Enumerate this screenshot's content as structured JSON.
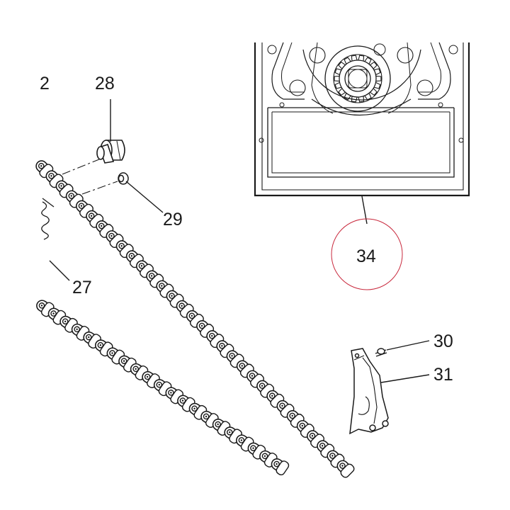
{
  "labels": {
    "l2": "2",
    "l27": "27",
    "l28": "28",
    "l29": "29",
    "l30": "30",
    "l31": "31",
    "l34": "34"
  },
  "colors": {
    "line": "#1a1a1a",
    "highlight_circle": "#c8283c",
    "background": "#ffffff"
  }
}
